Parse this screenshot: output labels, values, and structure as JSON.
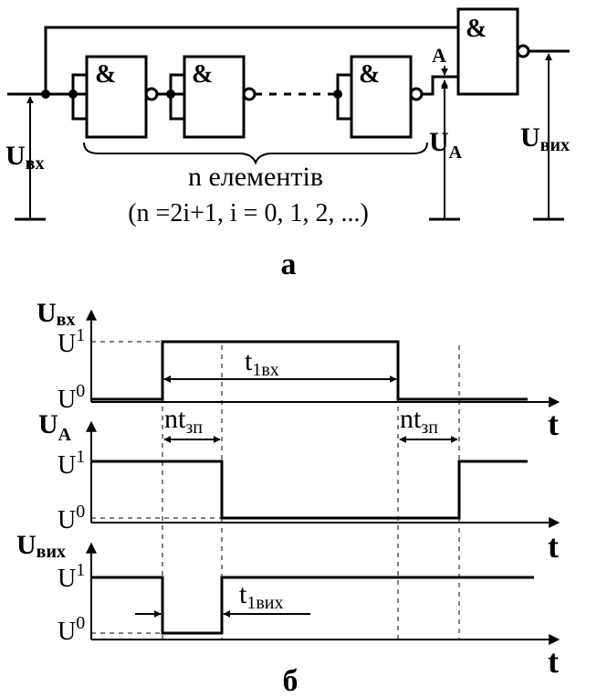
{
  "circuit": {
    "gate_symbol": "&",
    "label_u_in": "U",
    "label_u_in_sub": "вх",
    "label_u_a": "U",
    "label_u_a_sub": "A",
    "label_u_out": "U",
    "label_u_out_sub": "вих",
    "point_a": "A",
    "brace_text": "n елементів",
    "condition_text": "(n =2i+1, i = 0, 1, 2, ...)",
    "caption": "а"
  },
  "timing": {
    "caption": "б",
    "time_label": "t",
    "level_high": "U",
    "level_high_sup": "1",
    "level_low": "U",
    "level_low_sup": "0",
    "delay_label": "nt",
    "delay_label_sub": "зп",
    "pulse_in_label": "t",
    "pulse_in_sub": "1вх",
    "pulse_out_label": "t",
    "pulse_out_sub": "1вих",
    "signals": [
      {
        "name": "U",
        "sub": "вх",
        "levels": [
          0,
          1,
          0
        ]
      },
      {
        "name": "U",
        "sub": "A",
        "levels": [
          1,
          0,
          1
        ]
      },
      {
        "name": "U",
        "sub": "вих",
        "levels": [
          1,
          0,
          1
        ]
      }
    ]
  }
}
